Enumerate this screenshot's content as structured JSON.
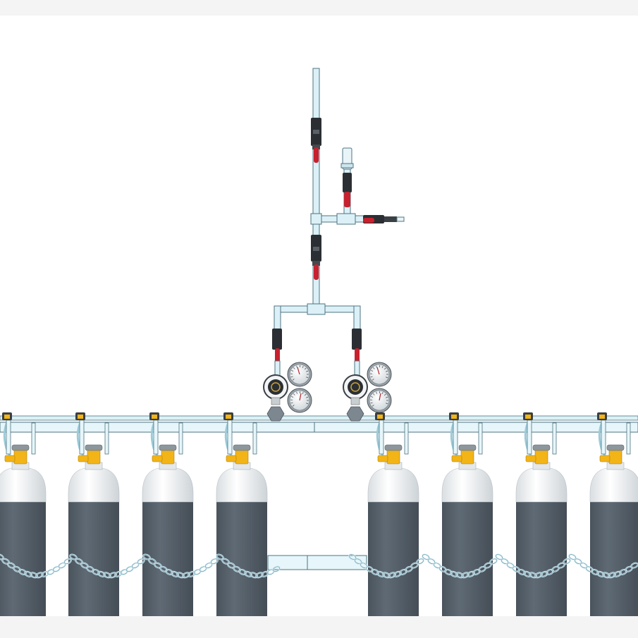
{
  "scene": {
    "cylinder_count": 8,
    "regulator_count": 2,
    "gauges_per_regulator": 2,
    "colors": {
      "pipe_fill": "#dbf1f7",
      "pipe_stroke": "#4f7480",
      "cylinder_body": "#5b6670",
      "cylinder_shoulder": "#f3f5f6",
      "cylinder_valve": "#f2b417",
      "valve_body": "#2b2f33",
      "valve_handle": "#c8202d",
      "chain": "#cfe9f2",
      "gauge_face": "#eef1f2",
      "regulator_knob": "#7d8790"
    }
  }
}
